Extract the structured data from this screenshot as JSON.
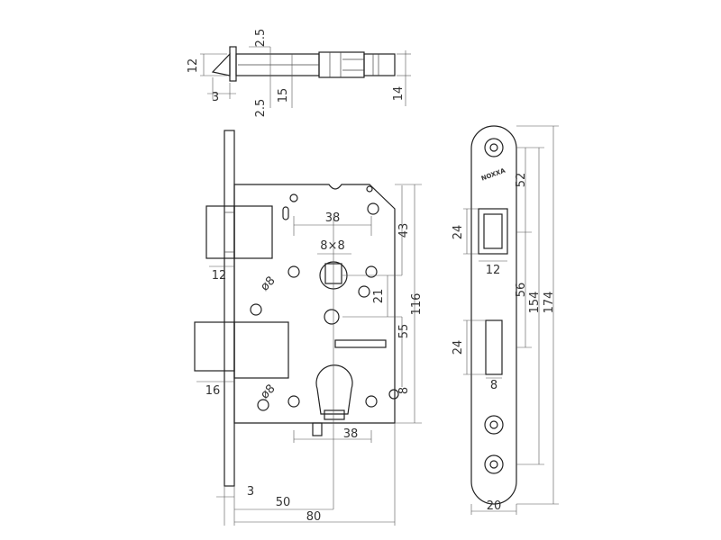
{
  "brand": "NOXXA",
  "dimensions": {
    "top_2_5_a": "2.5",
    "top_12": "12",
    "top_3": "3",
    "top_2_5_b": "2.5",
    "top_15": "15",
    "top_14": "14",
    "d38_top": "38",
    "d8x8": "8×8",
    "d43": "43",
    "d116": "116",
    "d12_latch": "12",
    "d8_dia_a": "ø8",
    "d21": "21",
    "d55": "55",
    "d16": "16",
    "d8_dia_b": "ø8",
    "d8_small": "8",
    "d38_bottom": "38",
    "d3_bottom": "3",
    "d50": "50",
    "d80": "80",
    "plate_52": "52",
    "plate_24_a": "24",
    "plate_12": "12",
    "plate_56": "56",
    "plate_154": "154",
    "plate_174": "174",
    "plate_24_b": "24",
    "plate_8": "8",
    "plate_20": "20"
  }
}
